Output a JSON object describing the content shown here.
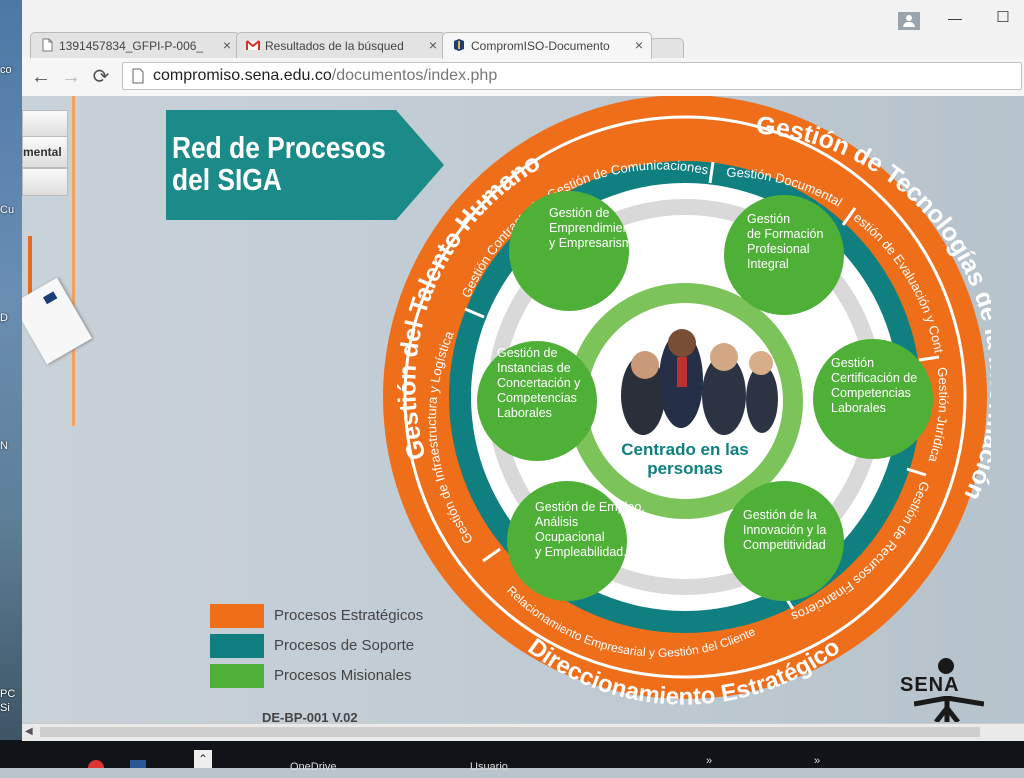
{
  "desktop": {
    "labels": [
      "co",
      "Cu",
      "D",
      "N",
      "PC",
      "Si"
    ]
  },
  "taskbar": {
    "items": [
      "OneDrive",
      "Usuario"
    ]
  },
  "browser": {
    "tabs": [
      {
        "title": "1391457834_GFPI-P-006_",
        "icon": "document-icon",
        "close": "×"
      },
      {
        "title": "Resultados de la búsqued",
        "icon": "gmail-icon",
        "close": "×"
      },
      {
        "title": "CompromISO-Documento",
        "icon": "compromiso-icon",
        "close": "×"
      }
    ],
    "url_host": "compromiso.sena.edu.co",
    "url_path": "/documentos/index.php",
    "window_controls": {
      "minimize": "—",
      "maximize": "☐"
    }
  },
  "page": {
    "left_panel_label": "mental",
    "banner_title_line1": "Red de Procesos",
    "banner_title_line2": "del SIGA",
    "outer_ring": {
      "left": "Gestión del Talento Humano",
      "right": "Gestión de Tecnologías de la Información",
      "bottom": "Direccionamiento Estratégico"
    },
    "teal_ring": [
      "Gestión de Comunicaciones",
      "Gestión Documental",
      "Gestión de Evaluación y Control",
      "Gestión Jurídica",
      "Gestión de Recursos Financieros",
      "Relacionamiento Empresarial y Gestión del Cliente",
      "Gestión de Infraestructura y Logística",
      "Gestión Contractual"
    ],
    "mission_circles": [
      {
        "lines": [
          "Gestión de",
          "Emprendimiento",
          "y Empresarismo"
        ]
      },
      {
        "lines": [
          "Gestión",
          "de Formación",
          "Profesional",
          "Integral"
        ]
      },
      {
        "lines": [
          "Gestión",
          "Certificación de",
          "Competencias",
          "Laborales"
        ]
      },
      {
        "lines": [
          "Gestión de la",
          "Innovación y la",
          "Competitividad"
        ]
      },
      {
        "lines": [
          "Gestión de Empleo,",
          "Análisis",
          "Ocupacional",
          "y Empleabilidad."
        ]
      },
      {
        "lines": [
          "Gestión de",
          "Instancias de",
          "Concertación y",
          "Competencias",
          "Laborales"
        ]
      }
    ],
    "center_line1": "Centrado en las",
    "center_line2": "personas",
    "legend": [
      {
        "label": "Procesos Estratégicos",
        "color": "#ee6e1a"
      },
      {
        "label": "Procesos de Soporte",
        "color": "#0f7f80"
      },
      {
        "label": "Procesos Misionales",
        "color": "#4fb038"
      }
    ],
    "doc_code": "DE-BP-001  V.02",
    "logo_text": "SENA"
  },
  "colors": {
    "orange": "#ee6e1a",
    "teal": "#0f7f80",
    "green": "#4fb038",
    "light_green": "#7cc35a"
  }
}
